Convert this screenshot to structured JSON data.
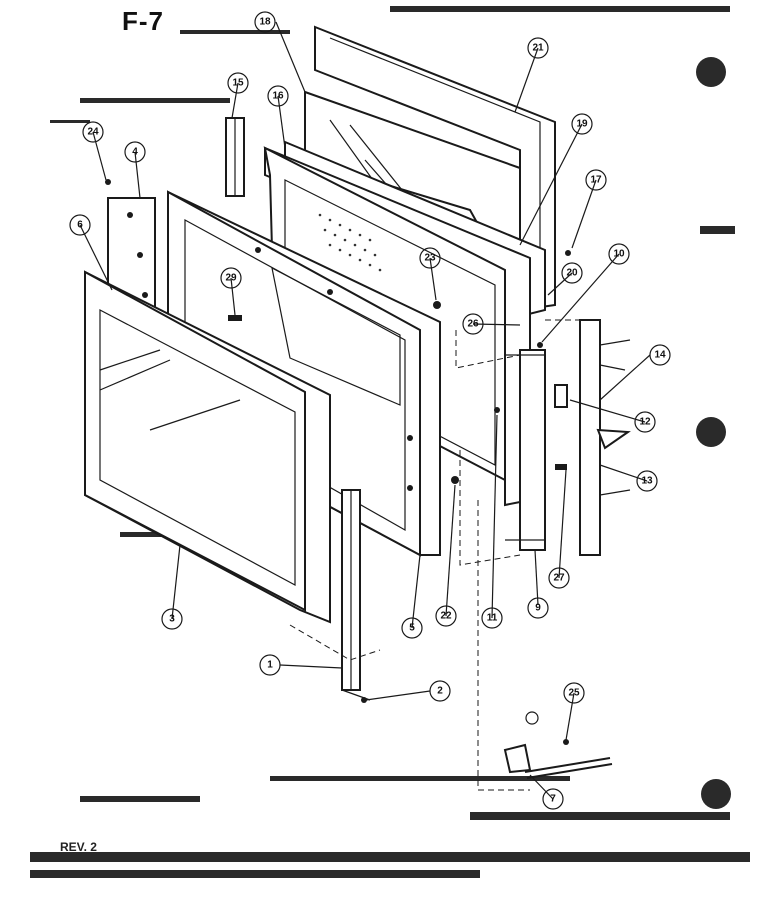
{
  "figure": {
    "label": "F-7",
    "revision": "REV. 2"
  },
  "callouts": [
    "1",
    "2",
    "3",
    "4",
    "5",
    "6",
    "7",
    "9",
    "10",
    "11",
    "12",
    "13",
    "14",
    "15",
    "16",
    "17",
    "18",
    "19",
    "20",
    "21",
    "22",
    "23",
    "24",
    "25",
    "26",
    "27",
    "29"
  ],
  "colors": {
    "ink": "#1a1a1a",
    "paper": "#ffffff"
  }
}
